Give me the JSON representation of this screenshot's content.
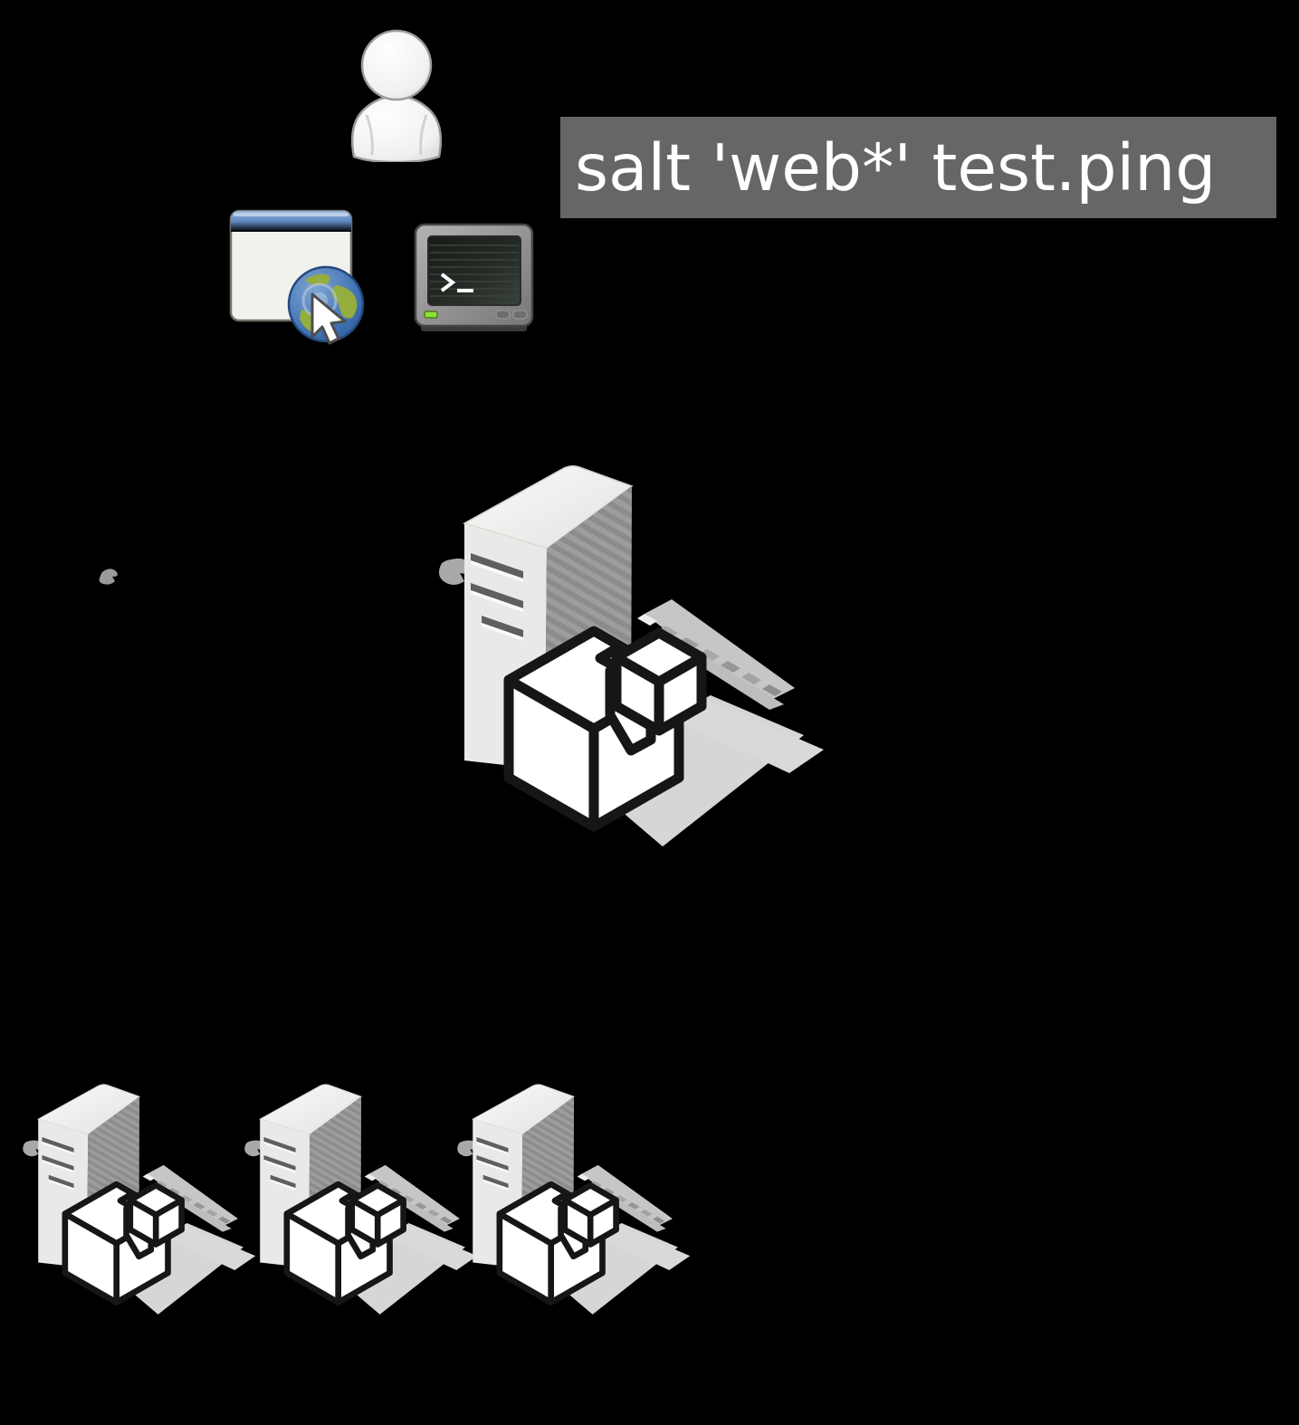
{
  "command": {
    "text": "salt 'web*' test.ping",
    "bg_color": "#666666",
    "text_color": "#ffffff"
  },
  "topology": {
    "master_count": 1,
    "minion_count": 3
  },
  "icons": {
    "user": "user-person-icon",
    "browser": "browser-window-globe-icon",
    "terminal": "terminal-icon",
    "server": "server-tower-with-salt-cube-icon"
  },
  "colors": {
    "background": "#000000",
    "server_front": "#e9e9e7",
    "server_side": "#9c9c9c",
    "server_top": "#f4f4f2",
    "logo_fill": "#ffffff",
    "logo_stroke": "#161616",
    "shadow": "#d6d6d6",
    "titlebar_blue": "#4f7fbd",
    "globe_blue": "#3b6aab",
    "continent_green": "#93ad3e",
    "led_green": "#8ae234"
  }
}
